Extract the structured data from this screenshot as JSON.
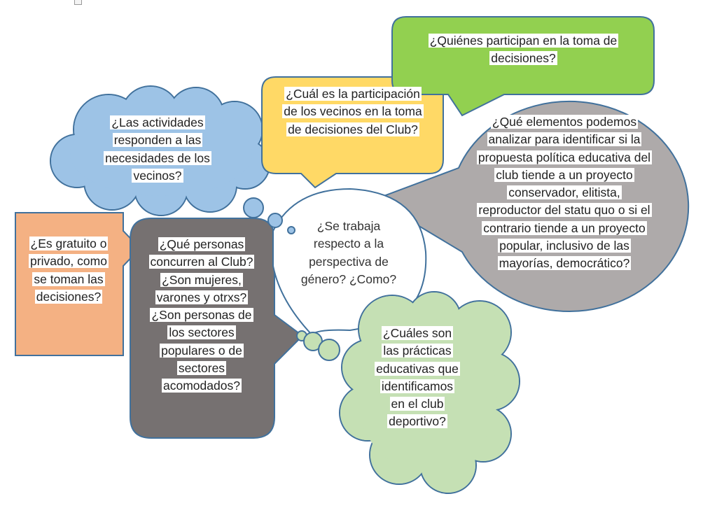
{
  "bubbles": {
    "blue_cloud": {
      "text": "¿Las actividades responden a las necesidades de los vecinos?",
      "color": "#9dc3e6"
    },
    "yellow_callout": {
      "text": "¿Cuál es la participación de los vecinos en la toma de decisiones del Club?",
      "color": "#ffd966"
    },
    "green_callout": {
      "text": "¿Quiénes participan en la toma de decisiones?",
      "color": "#92d050"
    },
    "gray_circle": {
      "text": "¿Qué elementos podemos analizar para identificar si la propuesta política educativa del club tiende a un proyecto conservador, elitista, reproductor del statu quo o si el contrario tiende a un proyecto popular, inclusivo de las mayorías, democrático?",
      "color": "#aeaaaa"
    },
    "orange_callout": {
      "text": "¿Es gratuito o privado, como se toman las decisiones?",
      "color": "#f4b183"
    },
    "dark_callout": {
      "text": "¿Qué personas concurren al Club? ¿Son mujeres, varones y otrxs? ¿Son personas de los sectores populares o de sectores acomodados?",
      "color": "#767171"
    },
    "white_thought": {
      "text": "¿Se trabaja respecto a la perspectiva de género? ¿Como?",
      "color": "#ffffff"
    },
    "green_cloud": {
      "text": "¿Cuáles son las prácticas educativas que identificamos en el club deportivo?",
      "color": "#c5e0b4"
    }
  }
}
